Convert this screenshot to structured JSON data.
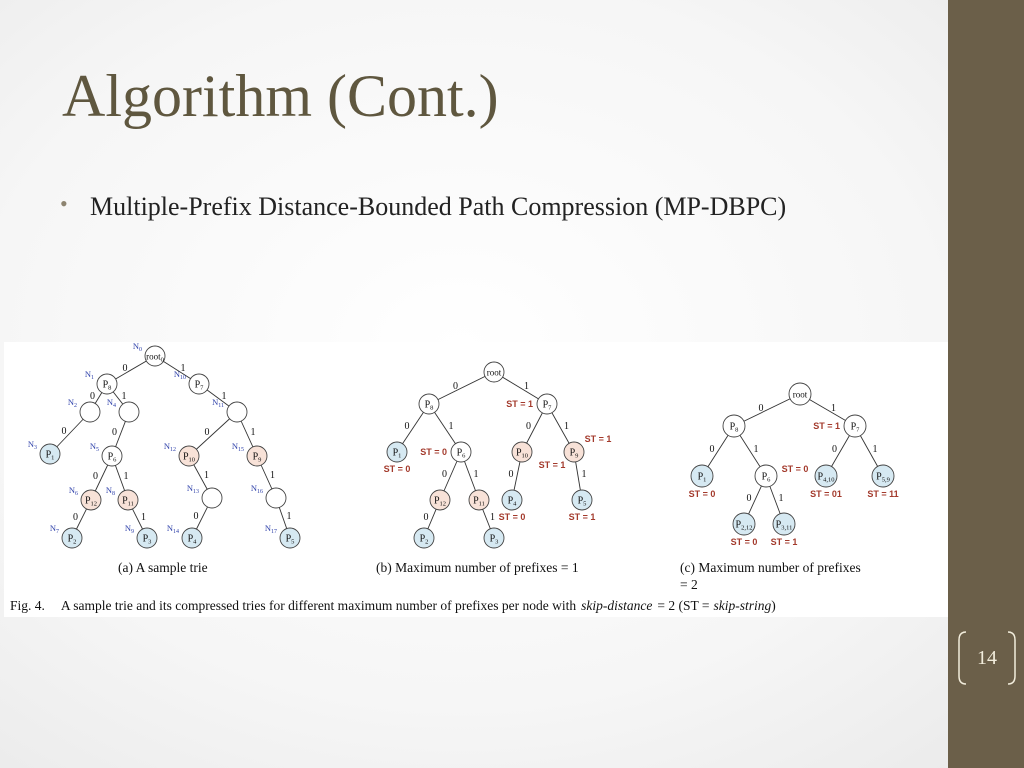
{
  "slide": {
    "title": "Algorithm (Cont.)",
    "bullet": "Multiple-Prefix Distance-Bounded Path Compression (MP-DBPC)",
    "page_number": "14"
  },
  "figure": {
    "caption_prefix": "Fig. 4.",
    "caption_text": "A sample trie and its compressed tries for different maximum number of prefixes per node with",
    "caption_italic_1": "skip-distance",
    "caption_mid": "= 2 (ST =",
    "caption_italic_2": "skip-string",
    "caption_end": ")",
    "sub_a": "(a) A sample trie",
    "sub_b": "(b) Maximum number of prefixes = 1",
    "sub_c_line1": "(c) Maximum number of prefixes",
    "sub_c_line2": "= 2"
  },
  "colors": {
    "accent": "#6b5f49",
    "title": "#5f573f",
    "node_blue": "#d6e9f2",
    "node_pink": "#f8e2d8",
    "label_blue": "#2a3da8",
    "label_red": "#a33a2c"
  },
  "trees": [
    {
      "name": "sample-trie",
      "nodes": [
        {
          "t": "root",
          "f": "w",
          "n": "N",
          "s": "0"
        },
        {
          "t": "P",
          "s": "8",
          "f": "w",
          "n": "N",
          "ns": "1"
        },
        {
          "t": "P",
          "s": "7",
          "f": "w",
          "n": "N",
          "ns": "10"
        },
        {
          "t": "",
          "f": "w",
          "n": "N",
          "ns": "2"
        },
        {
          "t": "",
          "f": "w",
          "n": "N",
          "ns": "4"
        },
        {
          "t": "",
          "f": "w",
          "n": "N",
          "ns": "11"
        },
        {
          "t": "P",
          "s": "1",
          "f": "b",
          "n": "N",
          "ns": "3"
        },
        {
          "t": "P",
          "s": "6",
          "f": "w",
          "n": "N",
          "ns": "5"
        },
        {
          "t": "P",
          "s": "10",
          "f": "p",
          "n": "N",
          "ns": "12"
        },
        {
          "t": "P",
          "s": "9",
          "f": "p",
          "n": "N",
          "ns": "15"
        },
        {
          "t": "P",
          "s": "12",
          "f": "p",
          "n": "N",
          "ns": "6"
        },
        {
          "t": "P",
          "s": "11",
          "f": "p",
          "n": "N",
          "ns": "8"
        },
        {
          "t": "",
          "f": "w",
          "n": "N",
          "ns": "13"
        },
        {
          "t": "",
          "f": "w",
          "n": "N",
          "ns": "16"
        },
        {
          "t": "P",
          "s": "2",
          "f": "b",
          "n": "N",
          "ns": "7"
        },
        {
          "t": "P",
          "s": "3",
          "f": "b",
          "n": "N",
          "ns": "9"
        },
        {
          "t": "P",
          "s": "4",
          "f": "b",
          "n": "N",
          "ns": "14"
        },
        {
          "t": "P",
          "s": "5",
          "f": "b",
          "n": "N",
          "ns": "17"
        }
      ],
      "edges": [
        [
          0,
          1,
          "0"
        ],
        [
          0,
          2,
          "1"
        ],
        [
          1,
          3,
          "0"
        ],
        [
          1,
          4,
          "1"
        ],
        [
          2,
          5,
          "1"
        ],
        [
          3,
          6,
          "0"
        ],
        [
          4,
          7,
          "0"
        ],
        [
          5,
          8,
          "0"
        ],
        [
          5,
          9,
          "1"
        ],
        [
          7,
          10,
          "0"
        ],
        [
          7,
          11,
          "1"
        ],
        [
          8,
          12,
          "1"
        ],
        [
          9,
          13,
          "1"
        ],
        [
          10,
          14,
          "0"
        ],
        [
          11,
          15,
          "1"
        ],
        [
          12,
          16,
          "0"
        ],
        [
          13,
          17,
          "1"
        ]
      ]
    },
    {
      "name": "compressed-trie-max1",
      "nodes": [
        {
          "t": "root",
          "f": "w"
        },
        {
          "t": "P",
          "s": "8",
          "f": "w"
        },
        {
          "t": "P",
          "s": "7",
          "f": "w",
          "st": "ST = 1"
        },
        {
          "t": "P",
          "s": "1",
          "f": "b",
          "st": "ST = 0"
        },
        {
          "t": "P",
          "s": "6",
          "f": "w",
          "st": "ST = 0"
        },
        {
          "t": "P",
          "s": "10",
          "f": "p",
          "st": "ST = 1"
        },
        {
          "t": "P",
          "s": "9",
          "f": "p",
          "st": "ST = 1"
        },
        {
          "t": "P",
          "s": "12",
          "f": "p"
        },
        {
          "t": "P",
          "s": "11",
          "f": "p"
        },
        {
          "t": "P",
          "s": "4",
          "f": "b",
          "st": "ST = 0"
        },
        {
          "t": "P",
          "s": "5",
          "f": "b",
          "st": "ST = 1"
        },
        {
          "t": "P",
          "s": "2",
          "f": "b"
        },
        {
          "t": "P",
          "s": "3",
          "f": "b"
        }
      ],
      "edges": [
        [
          0,
          1,
          "0"
        ],
        [
          0,
          2,
          "1"
        ],
        [
          1,
          3,
          "0"
        ],
        [
          1,
          4,
          "1"
        ],
        [
          2,
          5,
          "0"
        ],
        [
          2,
          6,
          "1"
        ],
        [
          4,
          7,
          "0"
        ],
        [
          4,
          8,
          "1"
        ],
        [
          5,
          9,
          "0"
        ],
        [
          6,
          10,
          "1"
        ],
        [
          7,
          11,
          "0"
        ],
        [
          8,
          12,
          "1"
        ]
      ]
    },
    {
      "name": "compressed-trie-max2",
      "nodes": [
        {
          "t": "root",
          "f": "w"
        },
        {
          "t": "P",
          "s": "8",
          "f": "w"
        },
        {
          "t": "P",
          "s": "7",
          "f": "w",
          "st": "ST = 1"
        },
        {
          "t": "P",
          "s": "1",
          "f": "b",
          "st": "ST = 0"
        },
        {
          "t": "P",
          "s": "6",
          "f": "w",
          "st": "ST = 0"
        },
        {
          "t": "P",
          "s": "4,10",
          "f": "b",
          "st": "ST = 01"
        },
        {
          "t": "P",
          "s": "5,9",
          "f": "b",
          "st": "ST = 11"
        },
        {
          "t": "P",
          "s": "2,12",
          "f": "b",
          "st": "ST = 0"
        },
        {
          "t": "P",
          "s": "3,11",
          "f": "b",
          "st": "ST = 1"
        }
      ],
      "edges": [
        [
          0,
          1,
          "0"
        ],
        [
          0,
          2,
          "1"
        ],
        [
          1,
          3,
          "0"
        ],
        [
          1,
          4,
          "1"
        ],
        [
          2,
          5,
          "0"
        ],
        [
          2,
          6,
          "1"
        ],
        [
          4,
          7,
          "0"
        ],
        [
          4,
          8,
          "1"
        ]
      ]
    }
  ]
}
